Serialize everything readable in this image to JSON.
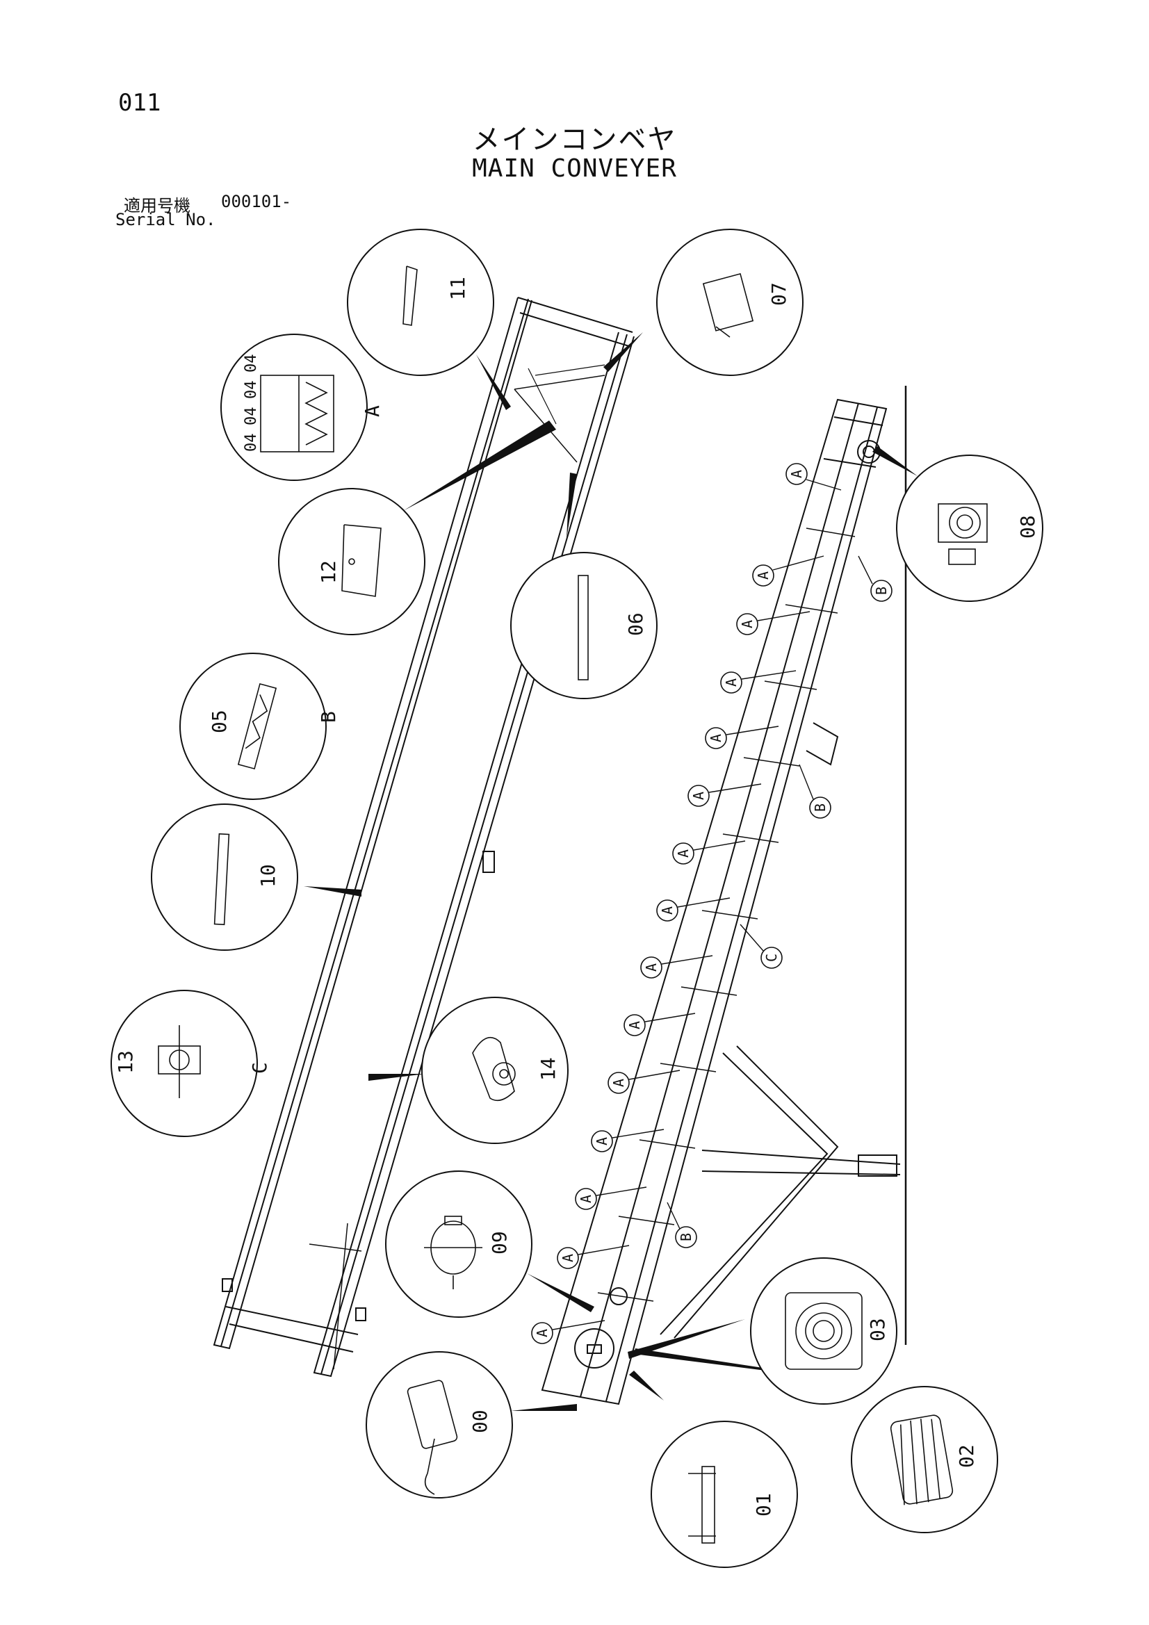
{
  "page": {
    "number": "011",
    "title_jp": "メインコンベヤ",
    "title_en": "MAIN CONVEYER",
    "serial_label_jp": "適用号機",
    "serial_value": "000101-",
    "serial_label_en": "Serial No."
  },
  "callouts": [
    {
      "id": "11",
      "label": "11"
    },
    {
      "id": "07",
      "label": "07"
    },
    {
      "id": "A",
      "label": "A",
      "sub_labels": [
        "04",
        "04",
        "04",
        "04"
      ]
    },
    {
      "id": "08",
      "label": "08"
    },
    {
      "id": "12",
      "label": "12"
    },
    {
      "id": "06",
      "label": "06"
    },
    {
      "id": "B",
      "label": "B",
      "sub_labels": [
        "05"
      ]
    },
    {
      "id": "10",
      "label": "10"
    },
    {
      "id": "C",
      "label": "C",
      "sub_labels": [
        "13"
      ]
    },
    {
      "id": "14",
      "label": "14"
    },
    {
      "id": "09",
      "label": "09"
    },
    {
      "id": "03",
      "label": "03"
    },
    {
      "id": "00",
      "label": "00"
    },
    {
      "id": "01",
      "label": "01"
    },
    {
      "id": "02",
      "label": "02"
    }
  ],
  "markers": {
    "A": "A",
    "B": "B",
    "C": "C"
  }
}
